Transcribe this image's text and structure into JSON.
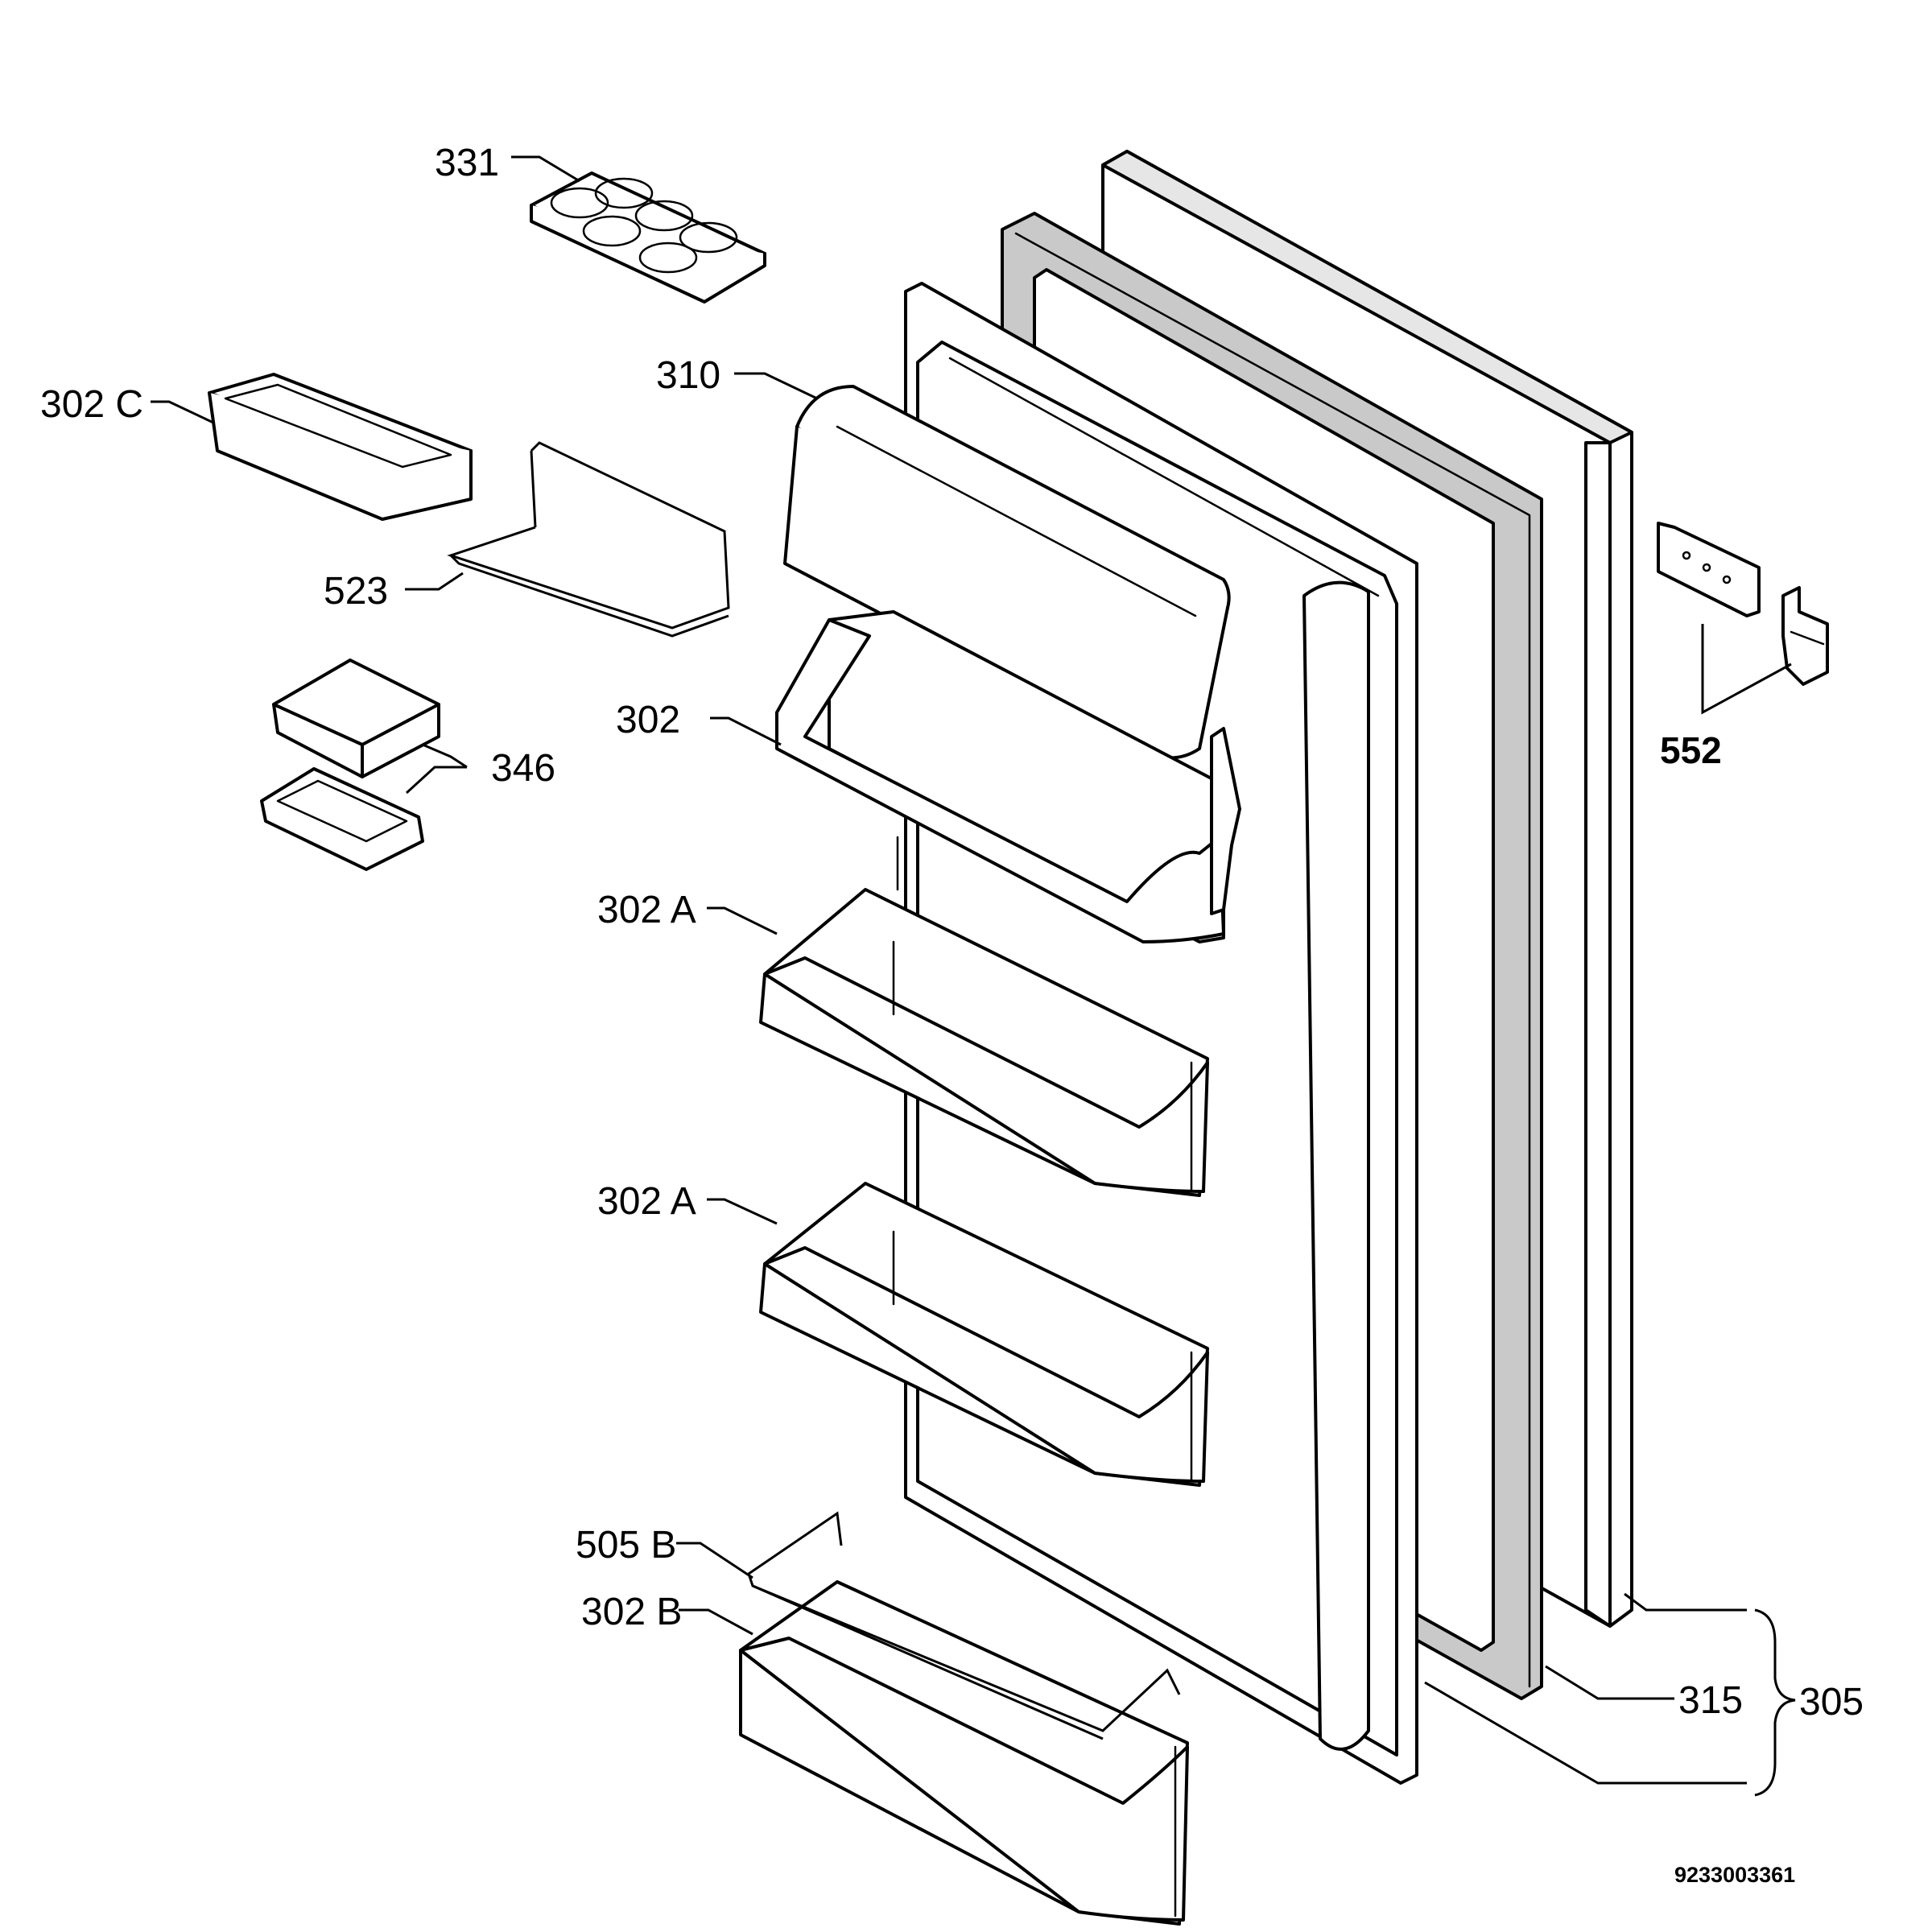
{
  "labels": {
    "l331": "331",
    "l302c": "302 C",
    "l310": "310",
    "l523": "523",
    "l302": "302",
    "l346": "346",
    "l302a_1": "302 A",
    "l302a_2": "302 A",
    "l505b": "505 B",
    "l302b": "302 B",
    "l552": "552",
    "l315": "315",
    "l305": "305"
  },
  "drawing_number": "9233003361"
}
